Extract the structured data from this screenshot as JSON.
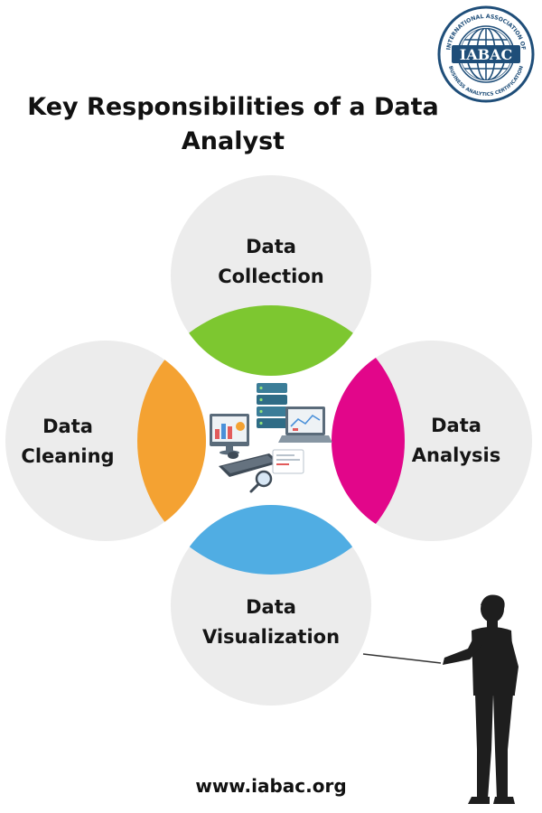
{
  "title": {
    "line1": "Key Responsibilities of a Data",
    "line2": "Analyst"
  },
  "logo": {
    "text": "IABAC",
    "arc_top": "INTERNATIONAL ASSOCIATION OF",
    "arc_bottom": "BUSINESS ANALYTICS CERTIFICATION",
    "color": "#1f4e79"
  },
  "items": [
    {
      "line1": "Data",
      "line2": "Collection",
      "color": "#7dc730"
    },
    {
      "line1": "Data",
      "line2": "Cleaning",
      "color": "#f4a232"
    },
    {
      "line1": "Data",
      "line2": "Analysis",
      "color": "#e2068a"
    },
    {
      "line1": "Data",
      "line2": "Visualization",
      "color": "#50ade3"
    }
  ],
  "circle_color": "#ececec",
  "footer": {
    "url": "www.iabac.org"
  }
}
